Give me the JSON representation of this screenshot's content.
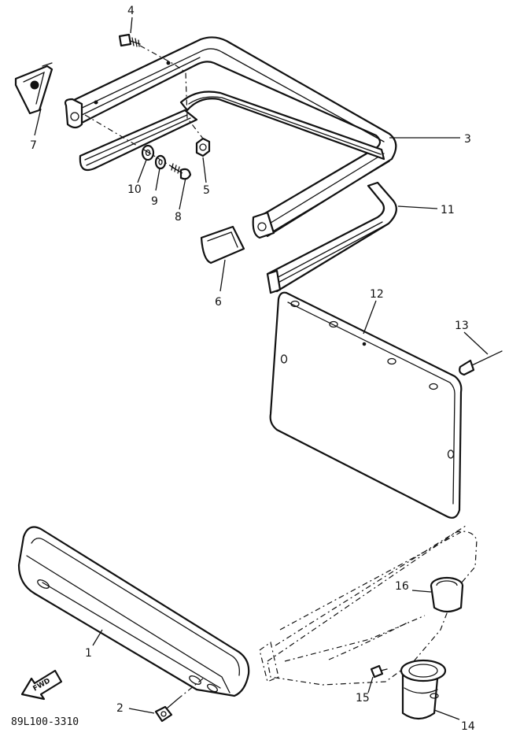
{
  "diagram": {
    "drawing_code": "89L100-3310",
    "fwd_label": "FWD",
    "callouts": [
      {
        "id": "1",
        "text": "1"
      },
      {
        "id": "2",
        "text": "2"
      },
      {
        "id": "3",
        "text": "3"
      },
      {
        "id": "4",
        "text": "4"
      },
      {
        "id": "5",
        "text": "5"
      },
      {
        "id": "6",
        "text": "6"
      },
      {
        "id": "7",
        "text": "7"
      },
      {
        "id": "8",
        "text": "8"
      },
      {
        "id": "9",
        "text": "9"
      },
      {
        "id": "10",
        "text": "10"
      },
      {
        "id": "11",
        "text": "11"
      },
      {
        "id": "12",
        "text": "12"
      },
      {
        "id": "13",
        "text": "13"
      },
      {
        "id": "14",
        "text": "14"
      },
      {
        "id": "15",
        "text": "15"
      },
      {
        "id": "16",
        "text": "16"
      }
    ]
  }
}
